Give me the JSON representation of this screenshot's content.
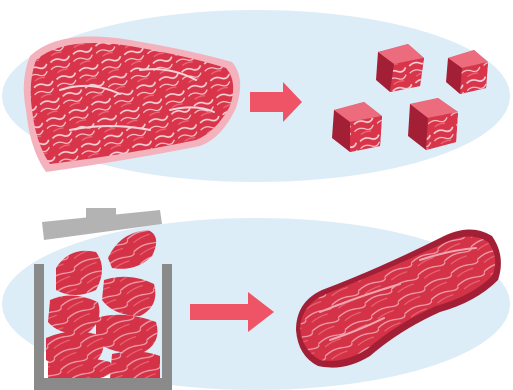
{
  "illustration": {
    "panels": [
      {
        "id": "cubing",
        "steps": [
          "whole-steak",
          "arrow",
          "meat-cubes"
        ]
      },
      {
        "id": "pressing",
        "steps": [
          "meat-chunks-in-press-mold",
          "arrow",
          "restructured-meat-log"
        ]
      }
    ],
    "colors": {
      "background_ellipse": "#dcedf8",
      "meat_red": "#d8354a",
      "meat_dark": "#a31f36",
      "meat_light": "#ec6b7c",
      "fat_marbling": "#f7d3da",
      "fat_rim": "#f4b3bc",
      "arrow": "#ee5366",
      "press_gray": "#8a8a8a",
      "press_lid": "#b3b3b3"
    },
    "icons": [
      "steak-icon",
      "arrow-right-icon",
      "meat-cube-icon",
      "press-mold-icon",
      "meat-log-icon"
    ]
  }
}
